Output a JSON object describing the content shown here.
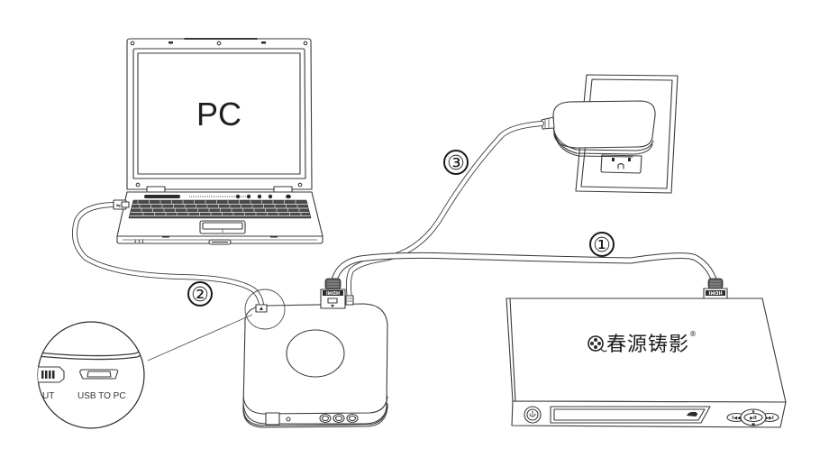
{
  "diagram": {
    "title": "Video capture box connection diagram",
    "colors": {
      "line": "#3a3a3a",
      "background": "#ffffff",
      "text": "#1e1e1e"
    },
    "devices": {
      "pc": {
        "name": "Laptop computer",
        "screen_label": "PC"
      },
      "capture_box": {
        "name": "Video capture box",
        "zoom_callout": {
          "port_labels": [
            "UT",
            "USB TO PC"
          ]
        }
      },
      "power_adapter": {
        "name": "Power adapter plugged into wall outlet"
      },
      "player": {
        "name": "DVD / Blu-ray player",
        "brand": "春源铸影",
        "registered_mark": "®",
        "buttons": {
          "prev": "I◀◀",
          "play_pause": "▶II",
          "next": "▶▶I",
          "eject": "▲",
          "stop": "■"
        }
      }
    },
    "connector_labels": {
      "hdmi": "HDMI"
    },
    "connections": [
      {
        "number": "①",
        "description": "HDMI cable: player HDMI out to capture box HDMI in"
      },
      {
        "number": "②",
        "description": "USB cable: capture box USB TO PC port to laptop USB port"
      },
      {
        "number": "③",
        "description": "Power cable: adapter to capture box power input"
      }
    ]
  }
}
